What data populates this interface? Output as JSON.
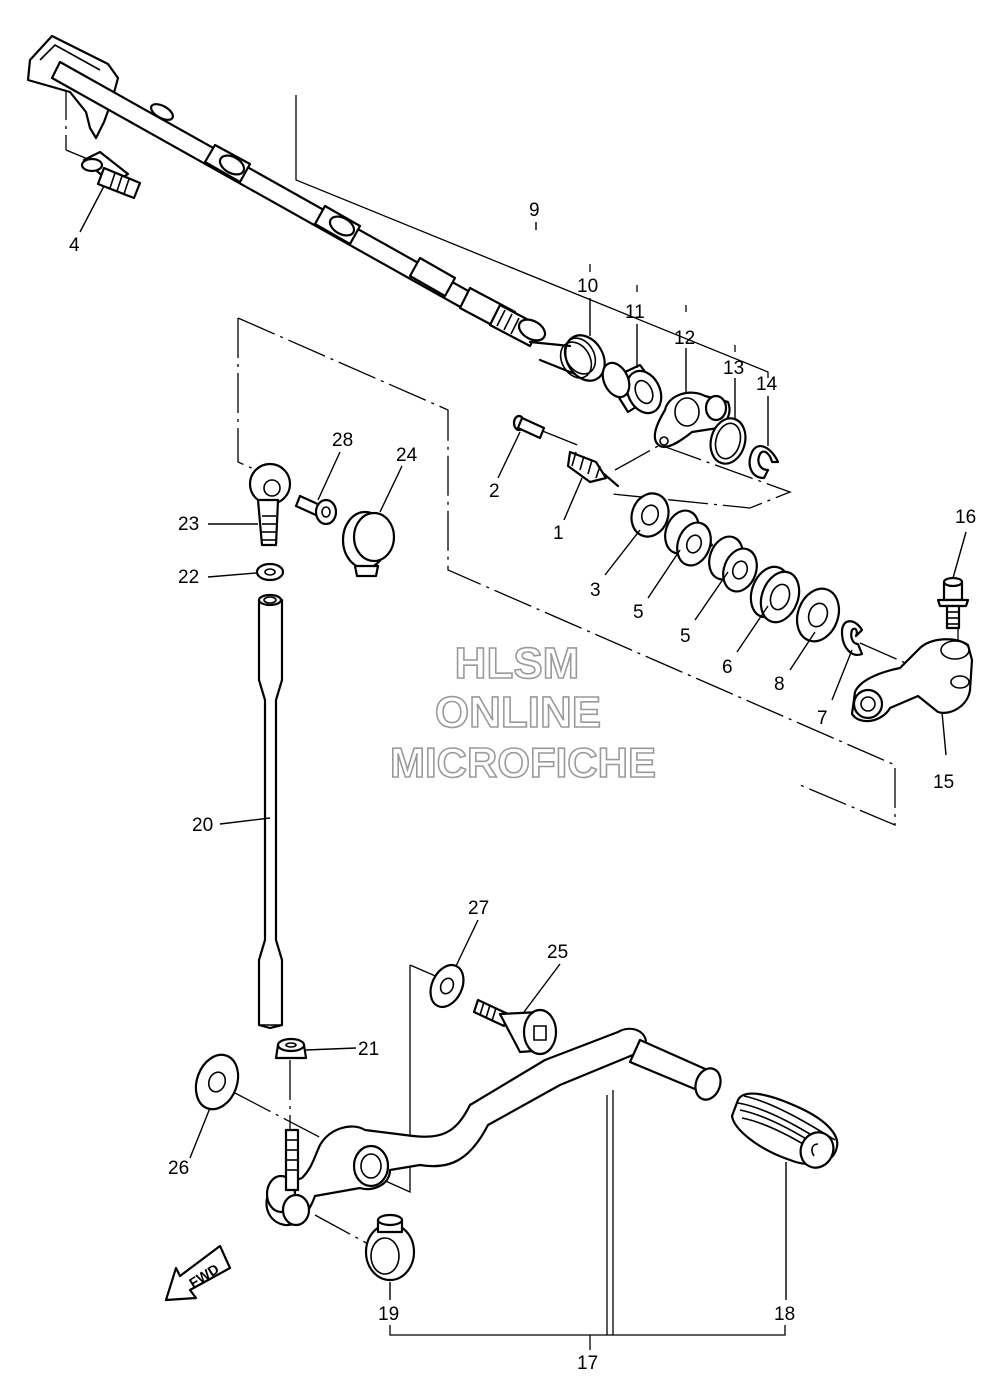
{
  "watermark": {
    "line1": "HLSM",
    "line2": "ONLINE",
    "line3": "MICROFICHE",
    "stroke_color": "#9a9a9a"
  },
  "direction_arrow": "FWD",
  "callouts": [
    {
      "id": "c1",
      "number": "1"
    },
    {
      "id": "c2",
      "number": "2"
    },
    {
      "id": "c3",
      "number": "3"
    },
    {
      "id": "c4",
      "number": "4"
    },
    {
      "id": "c5a",
      "number": "5"
    },
    {
      "id": "c5b",
      "number": "5"
    },
    {
      "id": "c6",
      "number": "6"
    },
    {
      "id": "c7",
      "number": "7"
    },
    {
      "id": "c8",
      "number": "8"
    },
    {
      "id": "c9",
      "number": "9"
    },
    {
      "id": "c10",
      "number": "10"
    },
    {
      "id": "c11",
      "number": "11"
    },
    {
      "id": "c12",
      "number": "12"
    },
    {
      "id": "c13",
      "number": "13"
    },
    {
      "id": "c14",
      "number": "14"
    },
    {
      "id": "c15",
      "number": "15"
    },
    {
      "id": "c16",
      "number": "16"
    },
    {
      "id": "c17",
      "number": "17"
    },
    {
      "id": "c18",
      "number": "18"
    },
    {
      "id": "c19",
      "number": "19"
    },
    {
      "id": "c20",
      "number": "20"
    },
    {
      "id": "c21",
      "number": "21"
    },
    {
      "id": "c22",
      "number": "22"
    },
    {
      "id": "c23",
      "number": "23"
    },
    {
      "id": "c24",
      "number": "24"
    },
    {
      "id": "c25",
      "number": "25"
    },
    {
      "id": "c26",
      "number": "26"
    },
    {
      "id": "c27",
      "number": "27"
    },
    {
      "id": "c28",
      "number": "28"
    }
  ]
}
